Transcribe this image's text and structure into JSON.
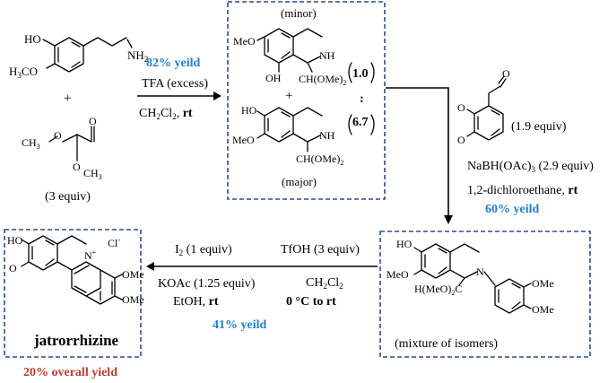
{
  "colors": {
    "box": "#2a4d8f",
    "yield_blue": "#1f7fd1",
    "overall_red": "#c0392b"
  },
  "step1": {
    "yield": "82% yeild",
    "reagent": "TFA (excess)",
    "solvent_pre": "CH",
    "solvent_sub2": "2",
    "solvent_cl": "Cl",
    "solvent_mid": ", ",
    "solvent_temp": "rt"
  },
  "sm1": {
    "oh": "HO",
    "ome": "H",
    "ome_sub3": "3",
    "ome_c": "C",
    "ome_o": "O",
    "nh2": "NH",
    "nh2_sub": "2"
  },
  "plus": "+",
  "sm2": {
    "ch3o_top": "CH",
    "o_top": "O",
    "aldehyde_o": "O",
    "o_bot": "O",
    "ch3_bot": "CH",
    "sub3": "3",
    "equiv": "(3 equiv)"
  },
  "box1": {
    "minor": "(minor)",
    "major": "(major)",
    "meo": "MeO",
    "oh": "OH",
    "ho": "HO",
    "nh": "NH",
    "acetal": "CH(OMe)",
    "acetal_sub": "2",
    "ratio_top": "1.0",
    "ratio_colon": ":",
    "ratio_bottom": "6.7",
    "plus": "+"
  },
  "step2": {
    "aldehyde_o": "O",
    "ome1": "O",
    "ome2": "O",
    "equiv": "(1.9 equiv)",
    "reductant_pre": "NaBH(OAc)",
    "reductant_sub": "3",
    "reductant_post": " (2.9 equiv)",
    "solvent": "1,2-dichloroethane, ",
    "temp": "rt",
    "yield": "60% yeild"
  },
  "box2": {
    "ho": "HO",
    "meo": "MeO",
    "n": "N",
    "ester_pre": "H(MeO)",
    "ester_sub": "2",
    "ester_post": "C",
    "ome1": "OMe",
    "ome2": "OMe",
    "caption": "(mixture of isomers)"
  },
  "step3": {
    "reagent1": "TfOH (3 equiv)",
    "solvent_pre": "CH",
    "solvent_sub": "2",
    "solvent_post": "Cl",
    "temp": "0 °C to rt",
    "temp_bold": "rt",
    "temp_plain": "0 °C to ",
    "yield": "41% yeild"
  },
  "step4": {
    "iodine": "I",
    "iodine_sub": "2",
    "iodine_equiv": "  (1 equiv)",
    "base": "KOAc  (1.25 equiv)",
    "solvent": "EtOH, ",
    "temp": "rt"
  },
  "box3": {
    "ho": "HO",
    "ome_left": "O",
    "n": "N",
    "n_charge": "+",
    "chloride": "Cl",
    "chloride_charge": "-",
    "ome1": "OMe",
    "ome2": "OMe",
    "name": "jatrorrhizine"
  },
  "overall": "20% overall yield"
}
